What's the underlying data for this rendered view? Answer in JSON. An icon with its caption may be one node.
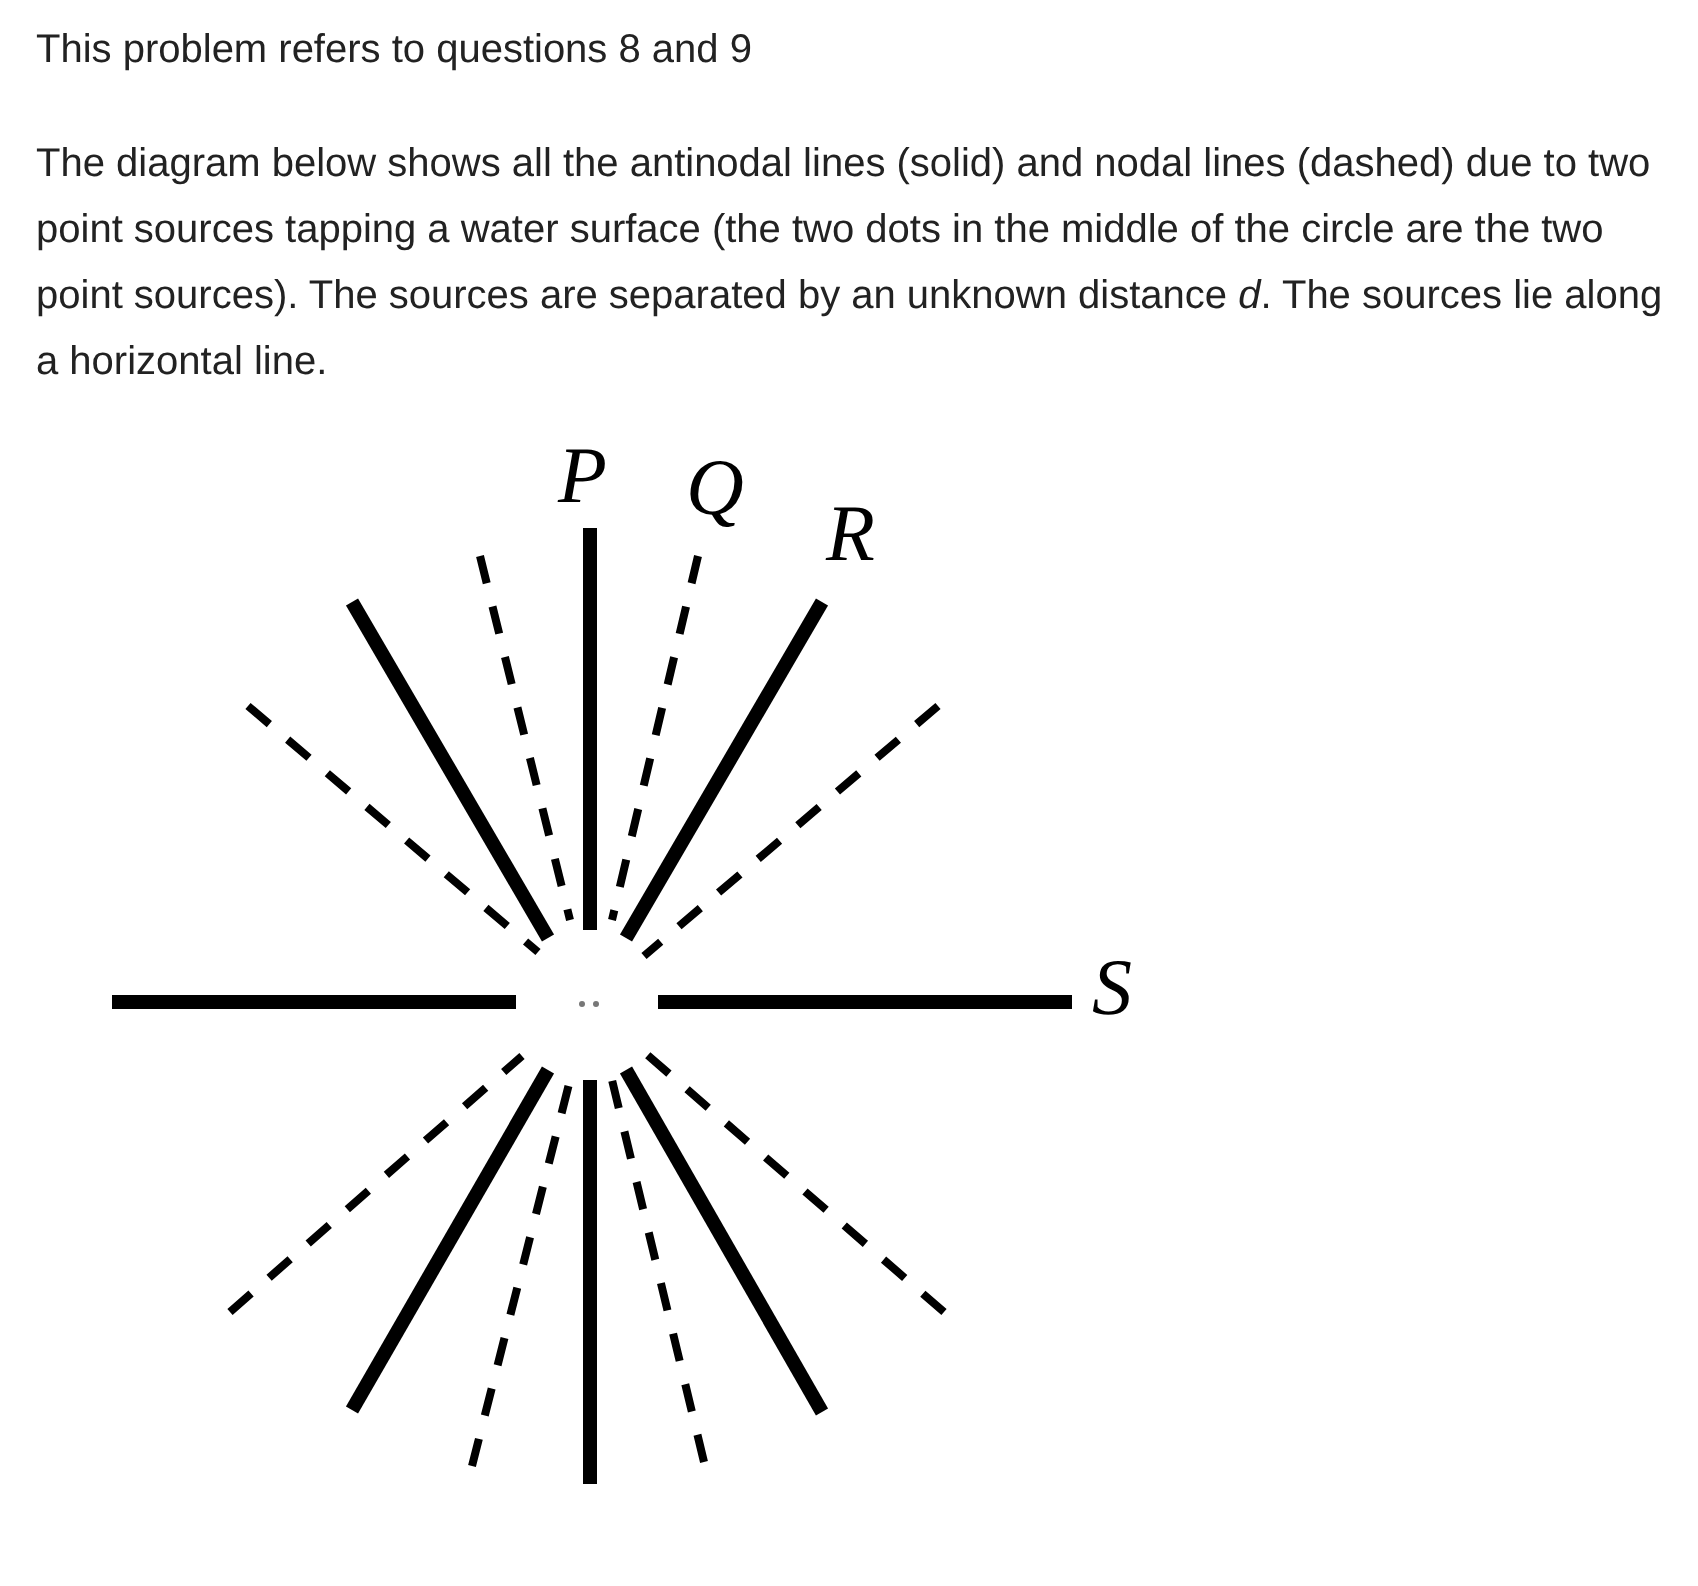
{
  "diagram": {
    "title": "This problem refers to questions 8 and 9",
    "labels": [
      "The diagram below shows all the antinodal lines (solid) and nodal lines (dashed) due to two point sources tapping a water surface (the two dots in the middle of the circle are the two point sources). The sources are separated by an unknown distance *d*. The sources lie along a horizontal line.",
      "P",
      "Q",
      "R",
      "S"
    ]
  }
}
